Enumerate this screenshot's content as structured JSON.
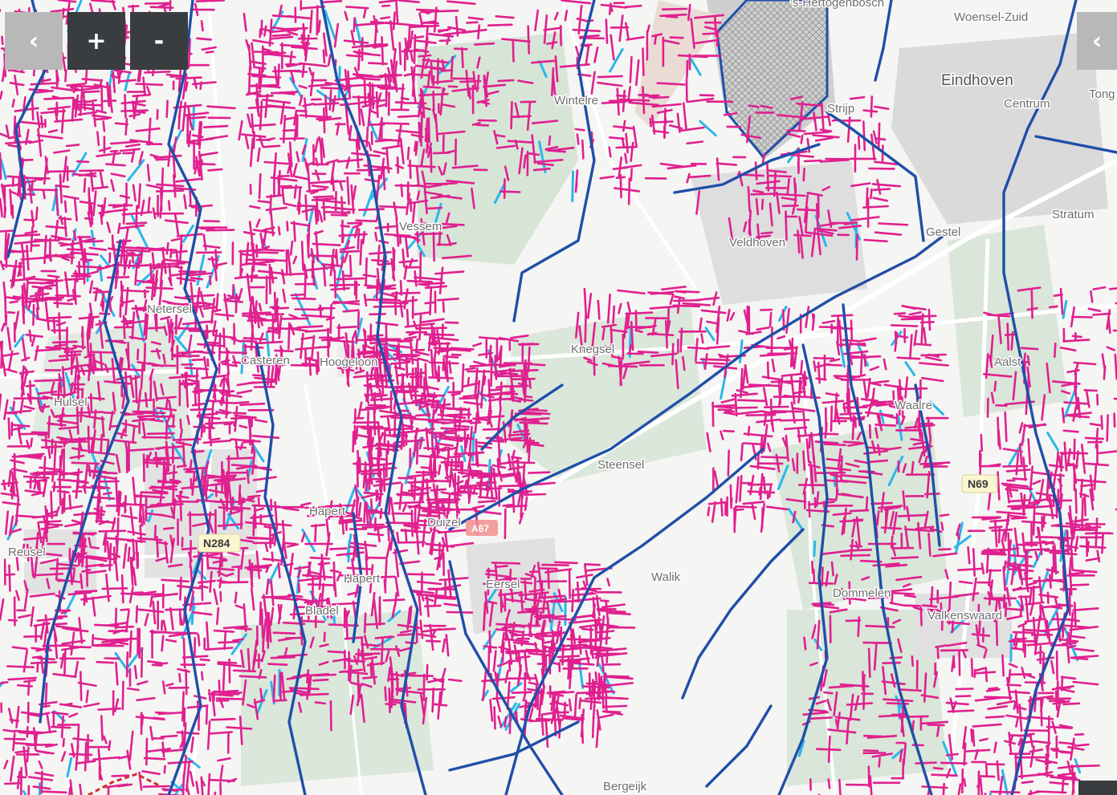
{
  "controls": {
    "back_icon": "‹",
    "zoom_in_label": "+",
    "zoom_out_label": "-",
    "panel_toggle_icon": "‹"
  },
  "map": {
    "places": {
      "eindhoven": "Eindhoven",
      "woensel_zuid": "Woensel-Zuid",
      "centrum": "Centrum",
      "tongelre": "Tong",
      "wintelre": "Wintelre",
      "strijp": "Strijp",
      "vessem": "Vessem",
      "veldhoven": "Veldhoven",
      "gestel": "Gestel",
      "stratum": "Stratum",
      "netersel": "Netersel",
      "casteren": "Casteren",
      "hoogeloon": "Hoogeloon",
      "knegsel": "Knegsel",
      "aalst": "Aalst",
      "hulsel": "Hulsel",
      "waalre": "Waalre",
      "steensel": "Steensel",
      "hapert_north": "Hapert",
      "duizel": "Duizel",
      "reusel": "Reusel",
      "hapert": "Hapert",
      "eersel": "Eersel",
      "walik": "Walik",
      "dommelen": "Dommelen",
      "valkenswaard": "Valkenswaard",
      "bladel": "Bladel",
      "bergeijk": "Bergeijk",
      "hertogenbosch": "'s-Hertogenbosch"
    },
    "roads": {
      "n69": "N69",
      "n284": "N284",
      "a67": "A67"
    }
  },
  "colors": {
    "main_line": "#1f4fa8",
    "branch_line": "#e0208f",
    "secondary_line": "#2bb6ec",
    "background": "#f4f5f4",
    "urban": "#dcdcdc",
    "forest": "#d3e3d3"
  }
}
